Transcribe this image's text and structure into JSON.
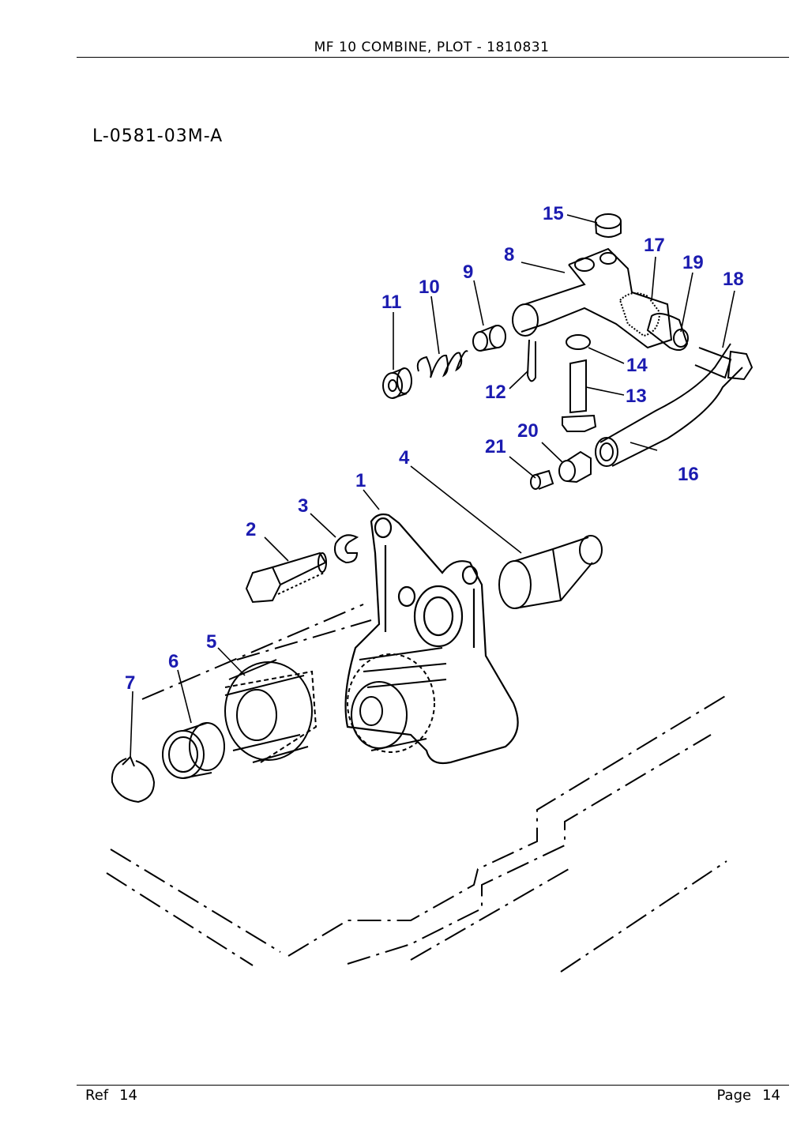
{
  "header": {
    "title": "MF 10 COMBINE, PLOT - 1810831"
  },
  "drawing": {
    "code": "L-0581-03M-A"
  },
  "callouts": [
    "1",
    "2",
    "3",
    "4",
    "5",
    "6",
    "7",
    "8",
    "9",
    "10",
    "11",
    "12",
    "13",
    "14",
    "15",
    "16",
    "17",
    "18",
    "19",
    "20",
    "21"
  ],
  "footer": {
    "ref_label": "Ref",
    "ref_value": "14",
    "page_label": "Page",
    "page_value": "14"
  }
}
